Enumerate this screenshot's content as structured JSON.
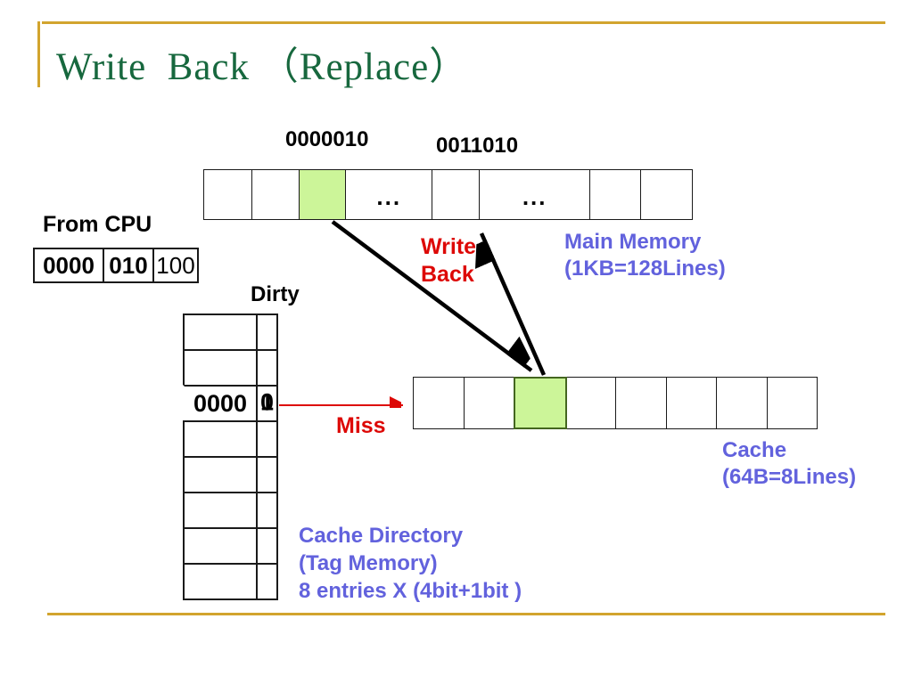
{
  "slide": {
    "title": "Write  Back （Replace）"
  },
  "colors": {
    "title_green": "#17683e",
    "accent_gold": "#d2a42e",
    "label_purple": "#6262dd",
    "annotation_red": "#dd0806",
    "line_green_fill": "#ccf599",
    "line_blue_fill": "#6a6ae8",
    "stripe_pink": "#ffa3f3",
    "stripe_yellow": "#ffff00"
  },
  "main_memory": {
    "address_green": "0000010",
    "address_striped": "0011010",
    "ellipsis": "...",
    "caption_line1": "Main Memory",
    "caption_line2": "(1KB=128Lines)"
  },
  "cpu": {
    "label": "From CPU",
    "fields": [
      "0000",
      "010",
      "100"
    ]
  },
  "directory": {
    "dirty_label": "Dirty",
    "selected_tag": "0000",
    "dirty_bit_old": "0",
    "dirty_bit_new": "1",
    "caption_line1": "Cache Directory",
    "caption_line2": "(Tag Memory)",
    "caption_line3": "8 entries X (4bit+1bit )"
  },
  "cache": {
    "caption_line1": "Cache",
    "caption_line2": "(64B=8Lines)"
  },
  "annotations": {
    "write_back_line1": "Write",
    "write_back_line2": "Back",
    "miss": "Miss"
  }
}
